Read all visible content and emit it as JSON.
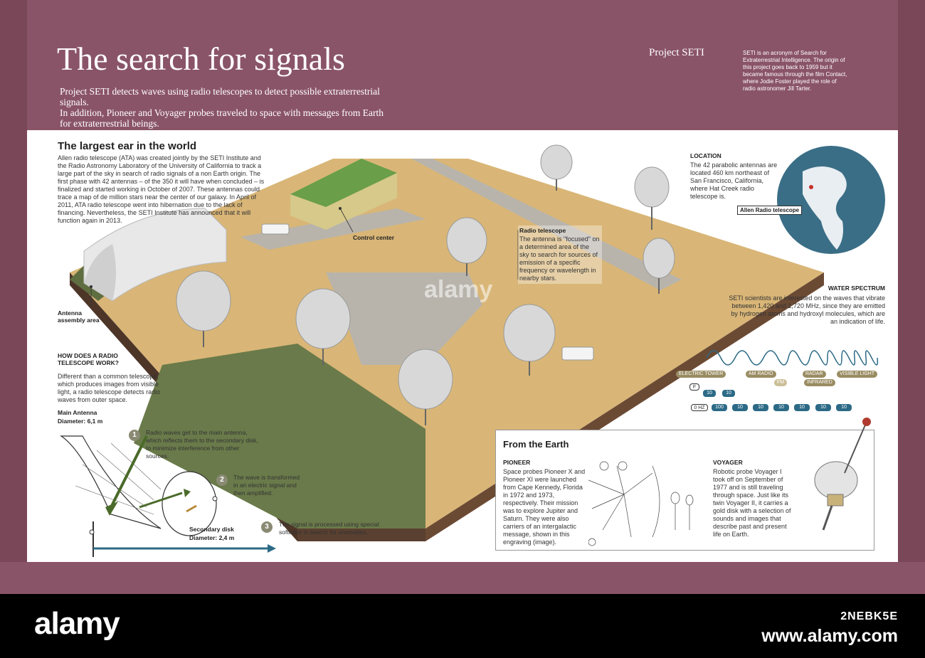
{
  "header": {
    "title": "The search for signals",
    "intro_line1": "Project SETI detects waves using radio telescopes to detect possible extraterrestrial signals.",
    "intro_line2": "In addition, Pioneer and Voyager probes traveled to space with messages from Earth for extraterrestrial beings.",
    "project_label": "Project SETI",
    "project_desc": "SETI is an acronym of Search for Extraterrestrial Intelligence. The origin of this project goes back to 1959 but it became famous through the film Contact, where Jodie Foster played the role of radio astronomer Jill Tarter."
  },
  "largest_ear": {
    "title": "The largest ear in the world",
    "text": "Allen radio telescope (ATA) was created jointly by the SETI Institute and the Radio Astronomy Laboratory of the University of California to track a large part of the sky in search of radio signals of a non Earth origin. The first phase with 42 antennas – of the 350 it will have when concluded – is finalized and started working in October of 2007. These antennas could trace a map of de million stars near the center of our galaxy. In April of 2011, ATA radio telescope went into hibernation due to the lack of financing. Nevertheless, the SETI Institute has announced that it will function again in 2013."
  },
  "labels": {
    "control_center": "Control center",
    "antenna_assembly": "Antenna assembly area",
    "radio_telescope_title": "Radio telescope",
    "radio_telescope_text": "The antenna is \"focused\" on a determined area of the sky to search for sources of emission of a specific frequency or wavelength in nearby stars."
  },
  "how_it_works": {
    "title": "HOW DOES A RADIO TELESCOPE WORK?",
    "text": "Different than a common telescope, which produces images from visible light, a radio telescope detects radio waves from outer space.",
    "main_antenna_label": "Main Antenna",
    "main_antenna_diameter": "Diameter: 6,1 m",
    "secondary_disk_label": "Secondary disk",
    "secondary_disk_diameter": "Diameter: 2,4 m",
    "steps": [
      {
        "num": "1",
        "text": "Radio waves get to the main antenna, which reflects them to the secondary disk, to minimize interference from other sources."
      },
      {
        "num": "2",
        "text": "The wave is transformed in an electric signal and then amplified."
      },
      {
        "num": "3",
        "text": "The signal is processed using special software in search for anomalies."
      }
    ]
  },
  "location": {
    "title": "LOCATION",
    "text": "The 42 parabolic antennas are located 460 km northeast of San Francisco, California, where Hat Creek radio telescope is.",
    "globe_label": "Allen Radio telescope"
  },
  "water_spectrum": {
    "title": "WATER SPECTRUM",
    "text": "SETI scientists are interested on the waves that vibrate between 1,420 and 1,720 MHz, since they are emitted by hydrogen atoms and hydroxyl molecules, which are an indication of life.",
    "bands": [
      "ELECTRIC TOWER",
      "AM RADIO",
      "RADAR",
      "VISIBLE LIGHT",
      "INFRARED",
      "FM"
    ],
    "f_label": "F",
    "freq_row1": [
      "10",
      "10"
    ],
    "freq_row2": [
      "0 HZ",
      "100",
      "10",
      "10",
      "10",
      "10",
      "10",
      "10"
    ]
  },
  "from_earth": {
    "title": "From the Earth",
    "pioneer_title": "PIONEER",
    "pioneer_text": "Space probes Pioneer X and Pioneer XI were launched from Cape Kennedy, Florida in 1972 and 1973, respectively. Their mission was to explore Jupiter and Saturn. They were also carriers of an intergalactic message, shown in this engraving (image).",
    "voyager_title": "VOYAGER",
    "voyager_text": "Robotic probe Voyager I took off on September of 1977 and is still traveling through space. Just like its twin Voyager II, it carries a gold disk with a selection of sounds and images that describe past and present life on Earth."
  },
  "watermark": {
    "logo": "alamy",
    "image_id": "2NEBK5E",
    "site": "www.alamy.com",
    "center": "alamy"
  },
  "colors": {
    "band": "#8a5468",
    "ground": "#d9b677",
    "path": "#b8b4ac",
    "arrow_green": "#4a6a2a",
    "arrow_blue": "#2c6a86"
  }
}
